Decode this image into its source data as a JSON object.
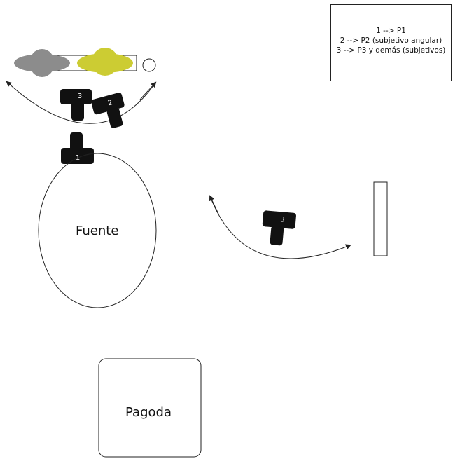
{
  "legend": {
    "lines": [
      "1 --> P1",
      "2 --> P2 (subjetivo angular)",
      "3 --> P3 y demás (subjetivos)"
    ]
  },
  "landmarks": {
    "fountain": "Fuente",
    "pagoda": "Pagoda"
  },
  "cameras": [
    {
      "number": "3"
    },
    {
      "number": "2"
    },
    {
      "number": "1"
    },
    {
      "number": "3"
    }
  ],
  "colors": {
    "actor_left": "#8c8c8c",
    "actor_right": "#cccc33",
    "camera": "#111111",
    "stroke": "#222222"
  }
}
